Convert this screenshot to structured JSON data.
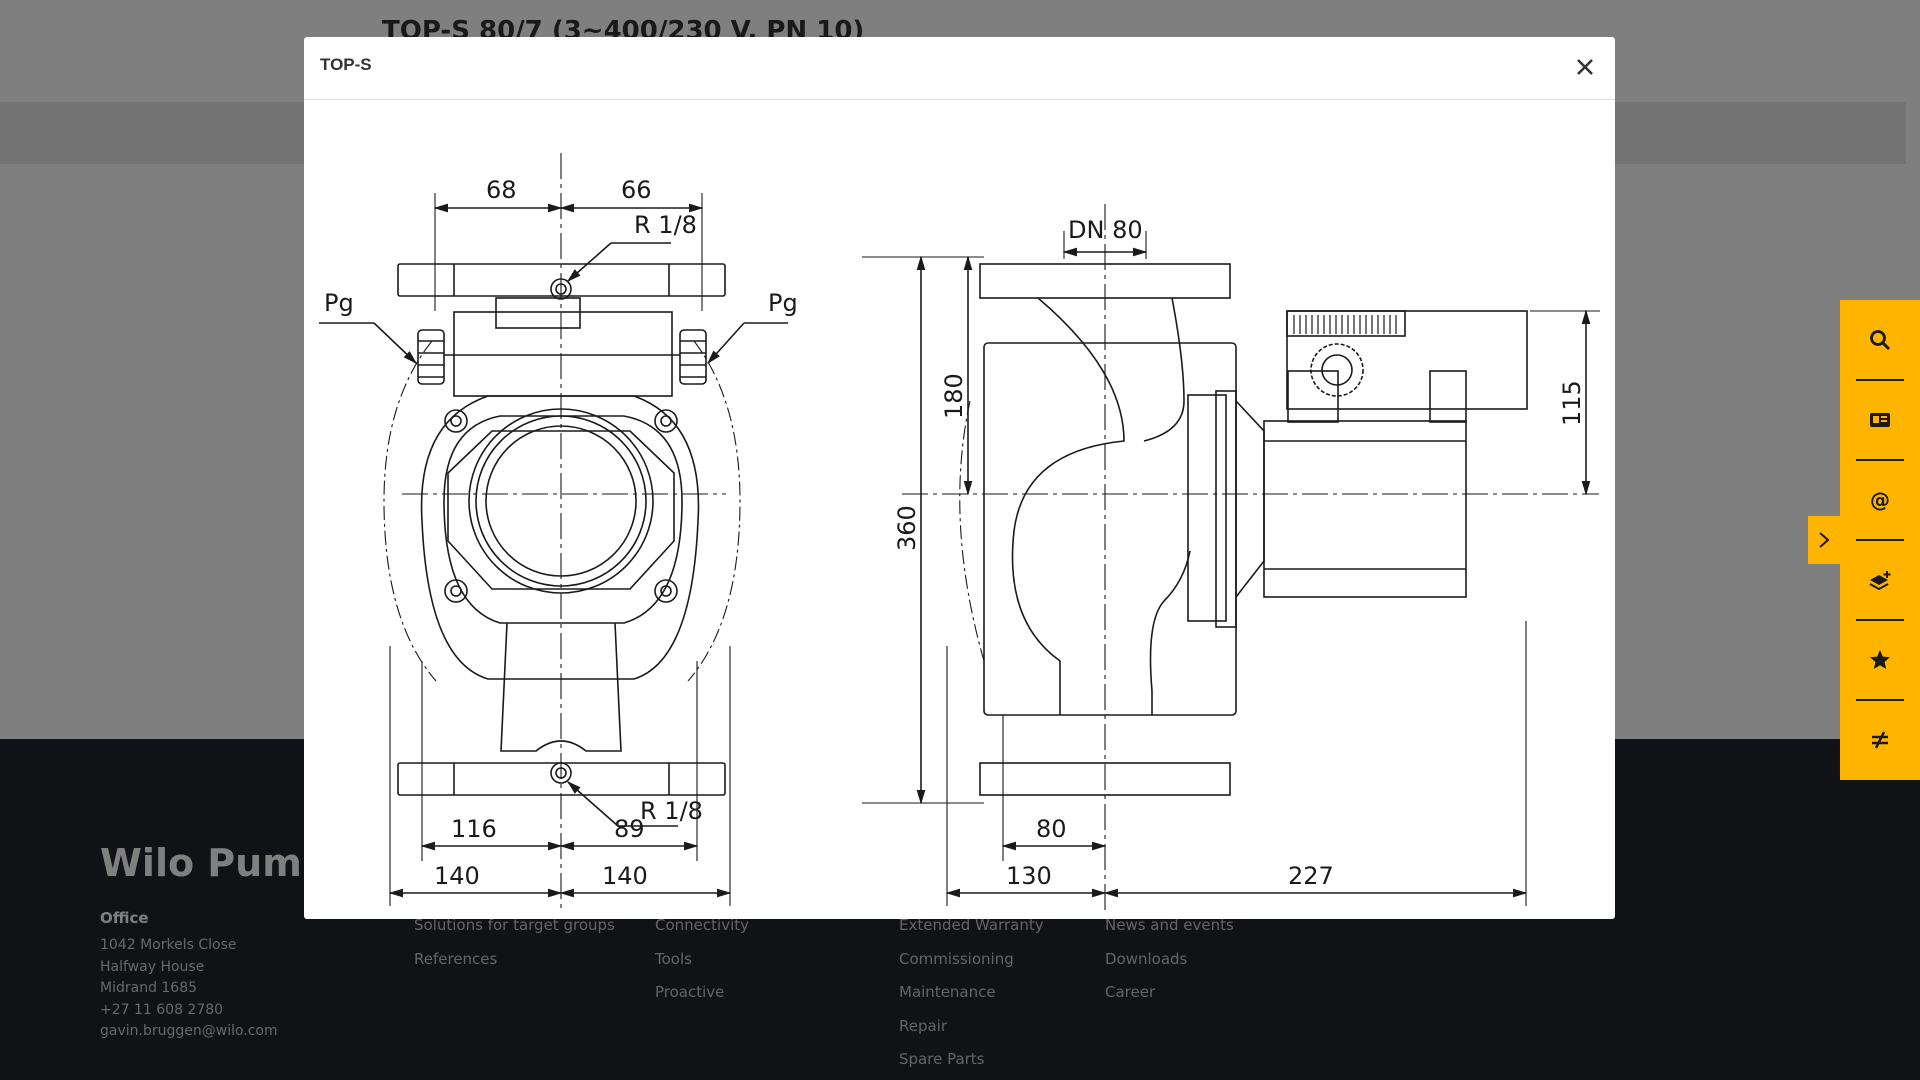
{
  "page": {
    "title": "TOP-S 80/7 (3~400/230 V, PN 10)"
  },
  "modal": {
    "title": "TOP-S",
    "close_icon": "close-icon"
  },
  "drawing": {
    "dims": {
      "d68": "68",
      "d66": "66",
      "r_top": "R 1/8",
      "pg_left": "Pg",
      "pg_right": "Pg",
      "r_bottom": "R 1/8",
      "d116": "116",
      "d89": "89",
      "d140_left": "140",
      "d140_right": "140",
      "dn80": "DN 80",
      "d180": "180",
      "d360": "360",
      "d115": "115",
      "d80": "80",
      "d130": "130",
      "d227": "227"
    }
  },
  "footer": {
    "brand": "Wilo Pumps",
    "office_heading": "Office",
    "office_lines": [
      "1042 Morkels Close",
      "Halfway House",
      "Midrand 1685",
      "+27 11 608 2780",
      "gavin.bruggen@wilo.com"
    ],
    "col1": [
      "Solutions for target groups",
      "References"
    ],
    "col2": [
      "Connectivity",
      "Tools",
      "Proactive"
    ],
    "col3": [
      "Extended Warranty",
      "Commissioning",
      "Maintenance",
      "Repair",
      "Spare Parts"
    ],
    "col4": [
      "News and events",
      "Downloads",
      "Career"
    ]
  },
  "sidebar": {
    "accent_color": "#ffb400",
    "buttons": [
      "search-icon",
      "contact-card-icon",
      "email-icon",
      "catalogue-add-icon",
      "favorite-star-icon",
      "compare-icon"
    ]
  }
}
